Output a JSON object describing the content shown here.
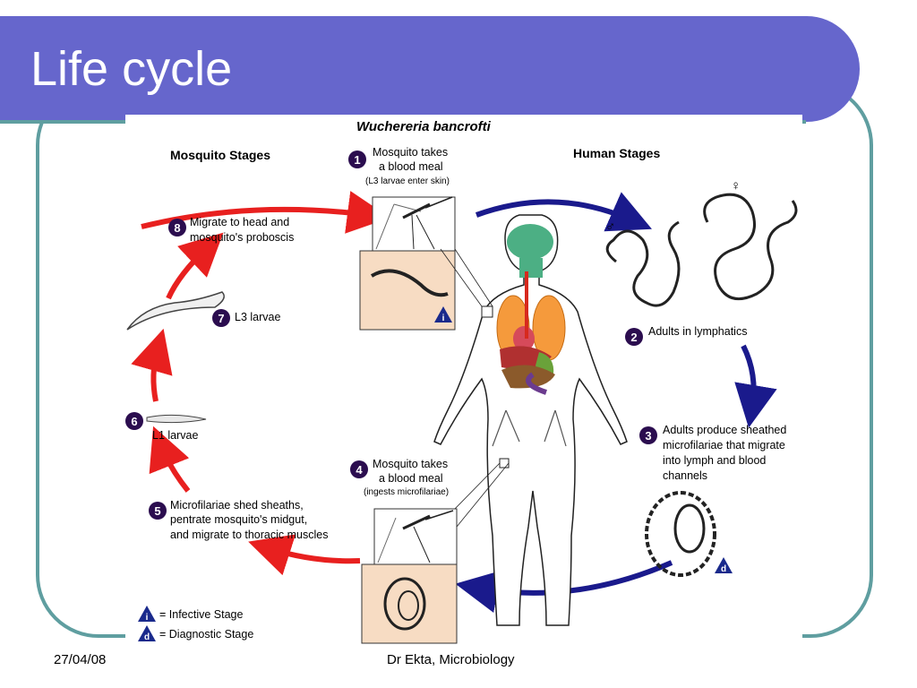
{
  "slide": {
    "title": "Life cycle",
    "footer_date": "27/04/08",
    "footer_center": "Dr Ekta, Microbiology",
    "accent_color": "#6666cc",
    "frame_color": "#5f9ea0"
  },
  "diagram": {
    "species": "Wuchereria bancrofti",
    "mosquito_stages_label": "Mosquito Stages",
    "human_stages_label": "Human Stages",
    "steps": [
      {
        "num": "1",
        "line1": "Mosquito takes",
        "line2": "a blood meal",
        "note": "(L3 larvae enter skin)"
      },
      {
        "num": "2",
        "line1": "Adults in lymphatics"
      },
      {
        "num": "3",
        "line1": "Adults produce sheathed",
        "line2": "microfilariae that migrate",
        "line3": "into lymph and blood",
        "line4": "channels"
      },
      {
        "num": "4",
        "line1": "Mosquito takes",
        "line2": "a blood meal",
        "note": "(ingests microfilariae)"
      },
      {
        "num": "5",
        "line1": "Microfilariae shed sheaths,",
        "line2": "pentrate mosquito's midgut,",
        "line3": "and migrate to thoracic muscles"
      },
      {
        "num": "6",
        "line1": "L1 larvae"
      },
      {
        "num": "7",
        "line1": "L3 larvae"
      },
      {
        "num": "8",
        "line1": "Migrate to head and",
        "line2": "mosquito's proboscis"
      }
    ],
    "legend": {
      "infective_symbol": "i",
      "infective_label": "= Infective Stage",
      "diagnostic_symbol": "d",
      "diagnostic_label": "= Diagnostic Stage"
    },
    "male_symbol": "♂",
    "female_symbol": "♀",
    "colors": {
      "mosquito_arrow": "#e8201f",
      "human_arrow": "#1a1a8c",
      "step_badge": "#2b0d4f",
      "marker": "#1a2a8c",
      "panel": "#f7dcc3"
    }
  }
}
